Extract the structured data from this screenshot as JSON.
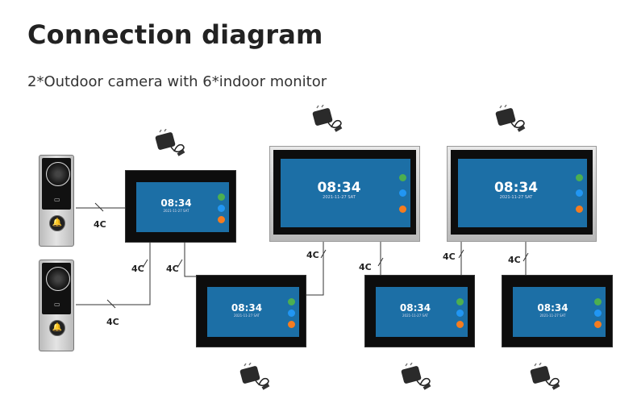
{
  "title": "Connection diagram",
  "subtitle": "2*Outdoor camera with 6*indoor monitor",
  "cable_label": "4C",
  "screen": {
    "time": "08:34",
    "date": "2021-11-27  SAT"
  },
  "colors": {
    "screen": "#1c6fa6",
    "call": "#4caf50",
    "message": "#2196f3",
    "alarm": "#f57c1f",
    "badge": "#e53935"
  },
  "doorbell": {
    "card_icon": "card-reader-icon",
    "bell_glyph": "🔔"
  }
}
